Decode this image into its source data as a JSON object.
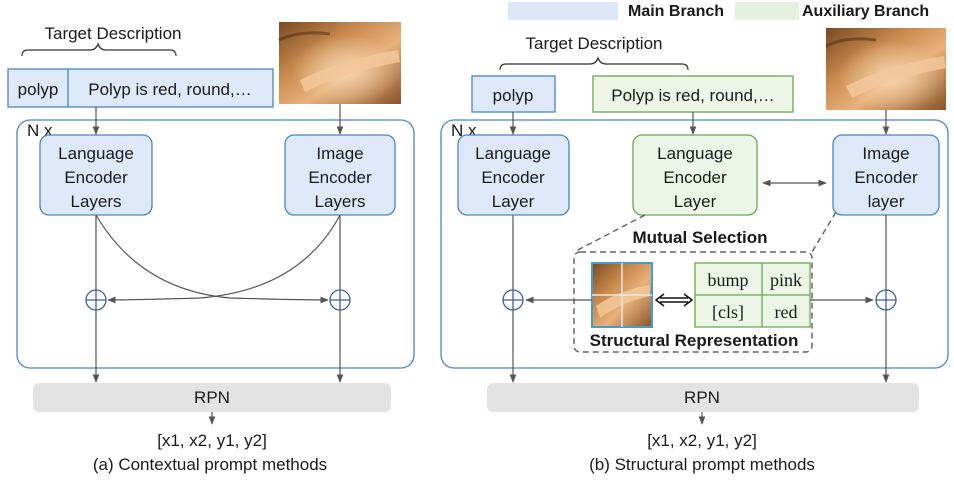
{
  "legend": {
    "main_branch": "Main Branch",
    "auxiliary_branch": "Auxiliary Branch",
    "main_color": "#dce8f8",
    "aux_color": "#e4f1de"
  },
  "colors": {
    "blue_stroke": "#4a86c5",
    "blue_fill": "#dde9f9",
    "green_stroke": "#6aa84f",
    "green_fill": "#ecf5e6",
    "outer_stroke": "#4a86c5",
    "arrow": "#555555",
    "rpn_fill": "#e3e3e3",
    "dashed": "#666666"
  },
  "panel_a": {
    "target_description": "Target Description",
    "token_polyp": "polyp",
    "token_description": "Polyp is red, round,…",
    "repeat": "N x",
    "language_encoder": [
      "Language",
      "Encoder",
      "Layers"
    ],
    "image_encoder": [
      "Image",
      "Encoder",
      "Layers"
    ],
    "rpn": "RPN",
    "output": "[x1, x2, y1, y2]",
    "caption": "(a) Contextual prompt methods"
  },
  "panel_b": {
    "target_description": "Target Description",
    "token_polyp": "polyp",
    "token_description": "Polyp is red, round,…",
    "repeat": "N x",
    "language_encoder_main": [
      "Language",
      "Encoder",
      "Layer"
    ],
    "language_encoder_aux": [
      "Language",
      "Encoder",
      "Layer"
    ],
    "image_encoder": [
      "Image",
      "Encoder",
      "layer"
    ],
    "mutual_selection": "Mutual Selection",
    "structural_representation": "Structural Representation",
    "words": [
      "bump",
      "pink",
      "[cls]",
      "red"
    ],
    "rpn": "RPN",
    "output": "[x1, x2, y1, y2]",
    "caption": "(b) Structural prompt methods"
  }
}
